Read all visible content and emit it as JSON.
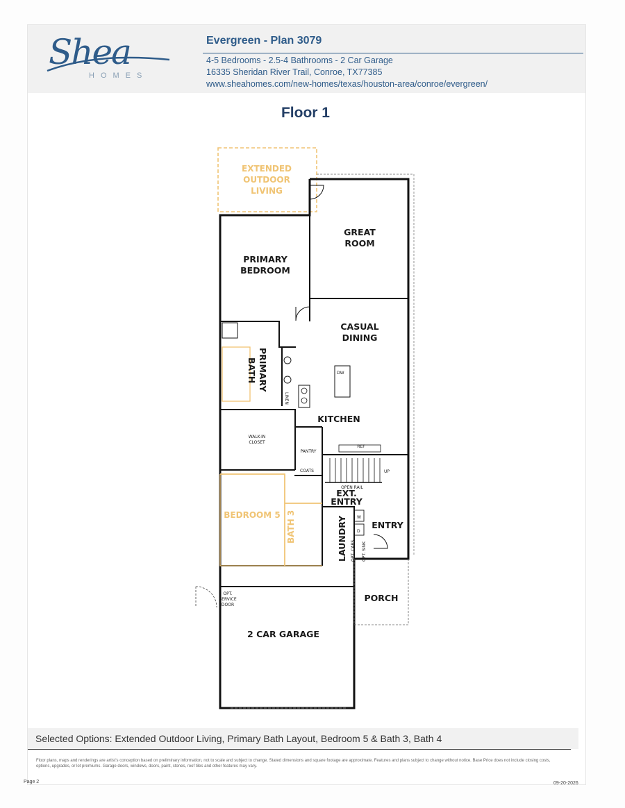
{
  "header": {
    "logo_main": "Shea",
    "logo_sub": "HOMES",
    "title": "Evergreen - Plan 3079",
    "specs": "4-5 Bedrooms - 2.5-4 Bathrooms - 2 Car Garage",
    "address": "16335 Sheridan River Trail, Conroe, TX77385",
    "url": "www.sheahomes.com/new-homes/texas/houston-area/conroe/evergreen/"
  },
  "floor_title": "Floor 1",
  "plan_labels": {
    "extended_outdoor_1": "EXTENDED",
    "extended_outdoor_2": "OUTDOOR",
    "extended_outdoor_3": "LIVING",
    "great_room_1": "GREAT",
    "great_room_2": "ROOM",
    "primary_bedroom_1": "PRIMARY",
    "primary_bedroom_2": "BEDROOM",
    "casual_dining_1": "CASUAL",
    "casual_dining_2": "DINING",
    "primary_bath_1": "PRIMARY",
    "primary_bath_2": "BATH",
    "dw": "DW",
    "linen": "LINEN",
    "kitchen": "KITCHEN",
    "walkin_closet_1": "WALK-IN",
    "walkin_closet_2": "CLOSET",
    "pantry": "PANTRY",
    "ref": "REF",
    "coats": "COATS",
    "up": "UP",
    "open_rail": "OPEN RAIL",
    "ext_entry_1": "EXT.",
    "ext_entry_2": "ENTRY",
    "bedroom5": "BEDROOM 5",
    "bath3": "BATH 3",
    "laundry": "LAUNDRY",
    "entry": "ENTRY",
    "opt_cabs": "OPT. CABS",
    "opt_sink": "OPT. SINK",
    "w": "W",
    "d": "D",
    "opt_service_1": "OPT.",
    "opt_service_2": "SERVICE",
    "opt_service_3": "DOOR",
    "porch": "PORCH",
    "garage": "2 CAR GARAGE"
  },
  "selected_options": "Selected Options: Extended Outdoor Living, Primary Bath Layout, Bedroom 5 & Bath 3, Bath 4",
  "disclaimer": "Floor plans, maps and renderings are artist's conception based on preliminary information, not to scale and subject to change. Stated dimensions and square footage are approximate. Features and plans subject to change without notice. Base Price does not include closing costs, options, upgrades, or lot premiums. Garage doors, windows, doors, paint, stones, roof tiles and other features may vary.",
  "footer": {
    "page": "Page 2",
    "date": "09-20-2026"
  },
  "colors": {
    "brand_blue": "#2f5c8a",
    "option_highlight": "#f0c474"
  }
}
